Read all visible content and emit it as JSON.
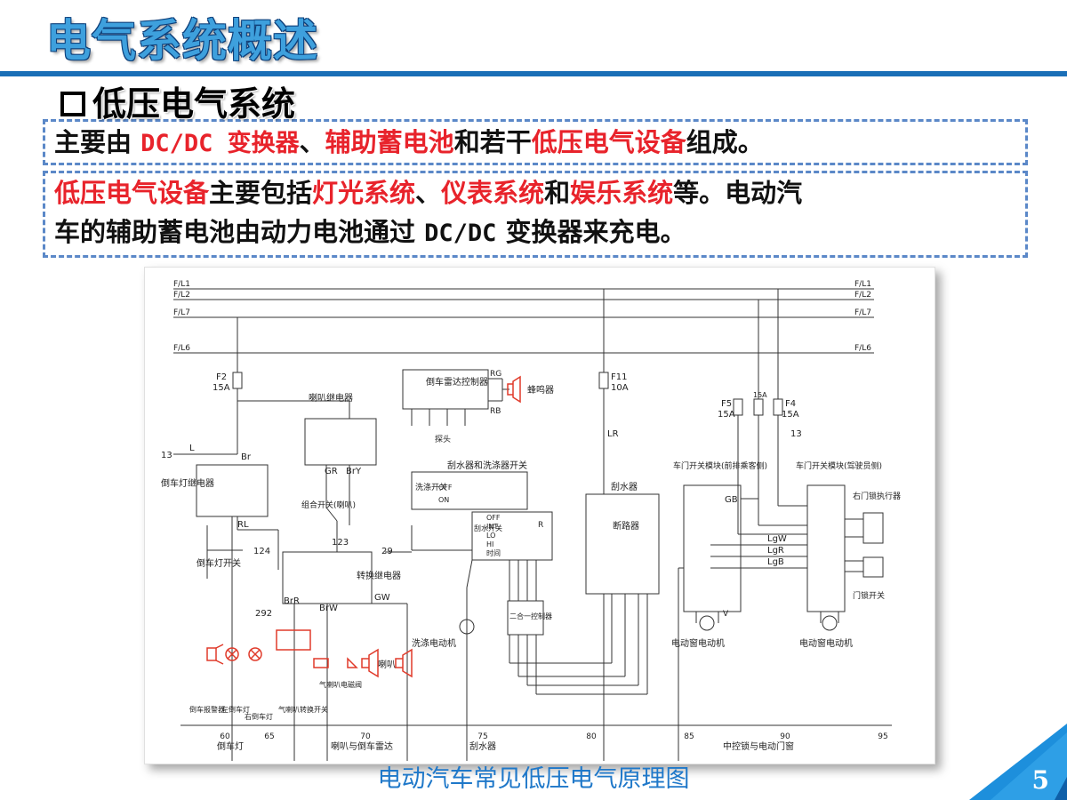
{
  "slide": {
    "title": "电气系统概述",
    "section_heading": "低压电气系统",
    "page_number": "5",
    "caption": "电动汽车常见低压电气原理图"
  },
  "paragraph1": {
    "p1": "主要由 ",
    "p2": "DC/DC 变换器",
    "p3": "、",
    "p4": "辅助蓄电池",
    "p5": "和若干",
    "p6": "低压电气设备",
    "p7": "组成。"
  },
  "paragraph2": {
    "p1": "低压电气设备",
    "p2": "主要包括",
    "p3": "灯光系统",
    "p4": "、",
    "p5": "仪表系统",
    "p6": "和",
    "p7": "娱乐系统",
    "p8": "等。电动汽",
    "line2a": "车的辅助蓄电池由动力电池通过 ",
    "line2b": "DC/DC",
    "line2c": " 变换器来充电。"
  },
  "diagram": {
    "bus_labels": [
      "F/L1",
      "F/L2",
      "F/L7",
      "F/L6"
    ],
    "fuse_f2": "F2",
    "fuse_f2_rating": "15A",
    "fuse_f11": "F11",
    "fuse_f11_rating": "10A",
    "fuse_f5": "F5",
    "fuse_f5_rating": "15A",
    "fuse_f3_rating": "15A",
    "fuse_f4": "F4",
    "fuse_f4_rating": "15A",
    "radar_controller": "倒车雷达控制器",
    "buzzer": "蜂鸣器",
    "probe": "探头",
    "horn_relay": "喇叭继电器",
    "reverse_relay": "倒车灯继电器",
    "reverse_switch": "倒车灯开关",
    "combo_switch": "组合开关(喇叭)",
    "switch_relay": "转换继电器",
    "wiper_switch_title": "刮水器和洗涤器开关",
    "wash_label": "洗涤开关",
    "off": "OFF",
    "on": "ON",
    "wiper_modes": [
      "OFF",
      "INT",
      "LO",
      "HI"
    ],
    "wiper_switch_side": "刮水开关",
    "time_label": "时间",
    "wiper_motor": "刮水器",
    "breaker": "断路器",
    "washer_motor": "洗涤电动机",
    "combo_controller": "二合一控制器",
    "door_module_pass": "车门开关模块(前排乘客侧)",
    "door_module_driver": "车门开关模块(驾驶员侧)",
    "right_lock": "右门锁执行器",
    "door_lock_switch": "门锁开关",
    "window_motor_1": "电动窗电动机",
    "window_motor_2": "电动窗电动机",
    "horn": "喇叭",
    "air_horn_valve": "气喇叭电磁阀",
    "horn_switch": "气喇叭转换开关",
    "reverse_alarm": "倒车报警器",
    "left_reverse_lamp": "左倒车灯",
    "right_reverse_lamp": "右倒车灯",
    "wire_labels": {
      "br": "Br",
      "rl": "RL",
      "gr": "GR",
      "bry": "BrY",
      "brr": "BrR",
      "brw": "BrW",
      "gw": "GW",
      "lr": "LR",
      "gb": "GB",
      "lgw": "LgW",
      "lgr": "LgR",
      "lgb": "LgB",
      "rg": "RG",
      "rb": "RB",
      "r": "R",
      "l": "L",
      "v": "V"
    },
    "nodes": {
      "n13a": "13",
      "n13b": "13",
      "n124": "124",
      "n123": "123",
      "n29": "29",
      "n292": "292"
    },
    "axis_ticks": [
      "60",
      "65",
      "70",
      "75",
      "80",
      "85",
      "90",
      "95"
    ],
    "section_labels": [
      "倒车灯",
      "喇叭与倒车雷达",
      "刮水器",
      "中控锁与电动门窗"
    ]
  },
  "colors": {
    "title": "#3ea0dd",
    "rule": "#1a6fb7",
    "highlight_red": "#e8232b",
    "dashed_border": "#5b88c8",
    "caption": "#1f78c9",
    "diagram_red": "#e03a2a"
  }
}
